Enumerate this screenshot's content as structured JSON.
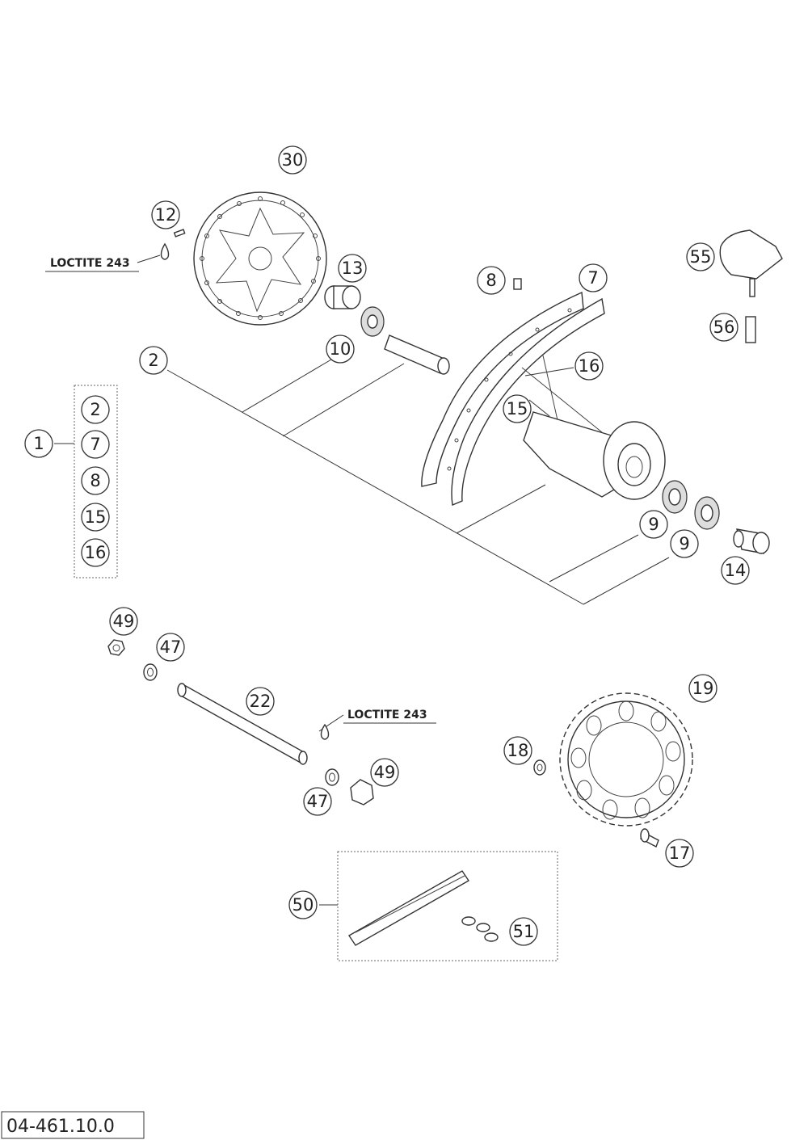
{
  "callouts": [
    "30",
    "12",
    "13",
    "8",
    "7",
    "55",
    "56",
    "2",
    "10",
    "16",
    "15",
    "1",
    "2",
    "7",
    "8",
    "15",
    "16",
    "9",
    "9",
    "14",
    "49",
    "47",
    "22",
    "19",
    "18",
    "49",
    "47",
    "17",
    "50",
    "51"
  ],
  "loctite_labels": [
    "LOCTITE 243",
    "LOCTITE 243"
  ],
  "reference_code": "04-461.10.0"
}
